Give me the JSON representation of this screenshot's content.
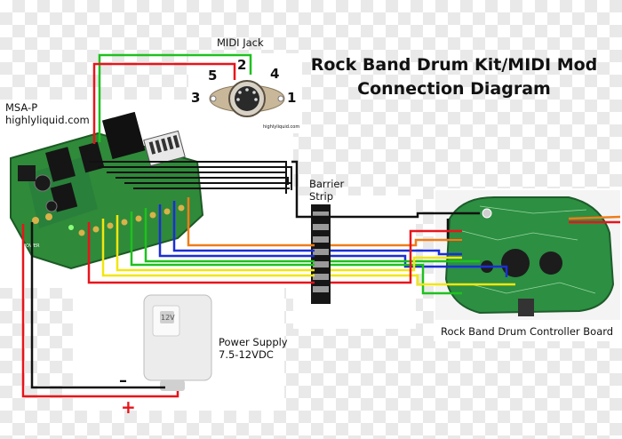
{
  "title": {
    "line1": "Rock Band Drum Kit/MIDI Mod",
    "line2": "Connection Diagram"
  },
  "midi_jack": {
    "label": "MIDI Jack",
    "pins": [
      "1",
      "2",
      "3",
      "4",
      "5"
    ],
    "brand": "highlyliquid.com"
  },
  "msa_board": {
    "label_line1": "MSA-P",
    "label_line2": "highlyliquid.com"
  },
  "barrier_strip": {
    "label_line1": "Barrier",
    "label_line2": "Strip"
  },
  "controller": {
    "label": "Rock Band Drum Controller Board"
  },
  "power_supply": {
    "label_line1": "Power Supply",
    "label_line2": "7.5-12VDC",
    "minus": "–",
    "plus": "+",
    "adapter_text": "12V"
  },
  "wire_colors": {
    "black": "#111111",
    "red": "#e8141b",
    "yellow": "#f2e60f",
    "green": "#1ec11e",
    "blue": "#1a2fd6",
    "orange": "#ef7c18",
    "pcb_green": "#2f8a3a"
  }
}
